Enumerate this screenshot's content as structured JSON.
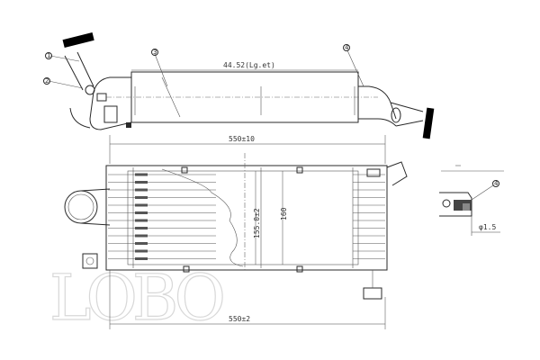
{
  "dimensions": {
    "top_length": "44.52(Lg.et)",
    "core_width": "550±10",
    "overall_length": "550±2",
    "core_height": "155.0±2",
    "core_height_inner": "160",
    "detail_dim": "φ1.5"
  },
  "callouts": [
    "1",
    "2",
    "3",
    "4"
  ],
  "watermark": "LOBO",
  "colors": {
    "line": "#2a2a2a",
    "hose": "#000000",
    "watermark": "#d8d8d8"
  }
}
